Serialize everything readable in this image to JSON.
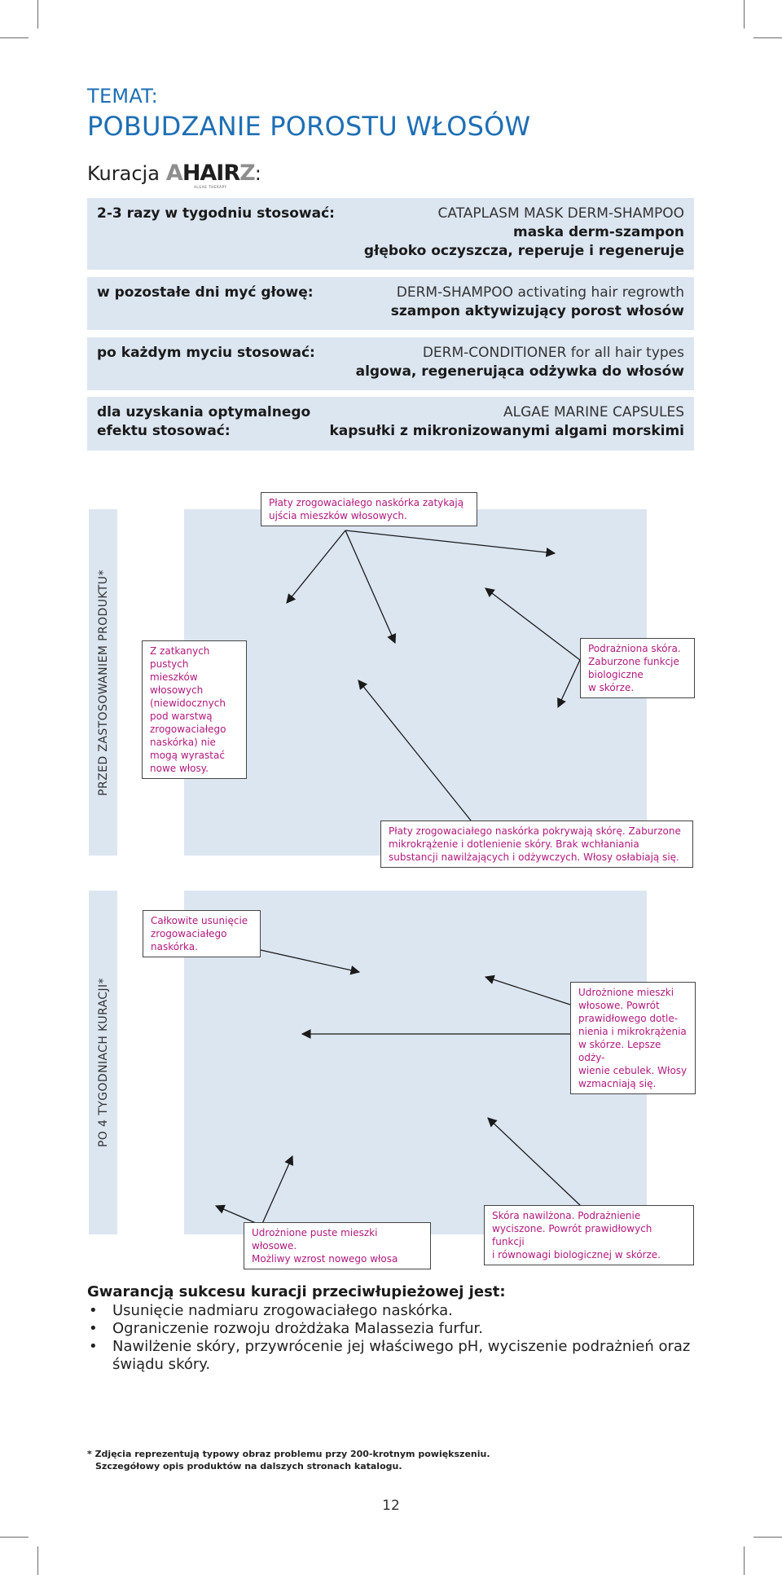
{
  "header": {
    "topic_label": "TEMAT:",
    "title": "POBUDZANIE POROSTU WŁOSÓW"
  },
  "kuracja": {
    "label": "Kuracja",
    "colon": ":",
    "logo_parts": [
      "A",
      "HAIR",
      "Z"
    ],
    "logo_sub": "ALGAE THERAPY"
  },
  "regimen": [
    {
      "label": "2-3 razy w tygodniu stosować:",
      "product": "CATAPLASM MASK DERM-SHAMPOO",
      "desc1": "maska derm-szampon",
      "desc2": "głęboko oczyszcza, reperuje i regeneruje"
    },
    {
      "label": "w pozostałe dni myć głowę:",
      "product": "DERM-SHAMPOO activating hair regrowth",
      "desc1": "szampon aktywizujący porost włosów"
    },
    {
      "label": "po każdym myciu stosować:",
      "product": "DERM-CONDITIONER for all hair types",
      "desc1": "algowa, regenerująca odżywka do włosów"
    },
    {
      "label1": "dla uzyskania optymalnego",
      "label2": "efektu stosować:",
      "product": "ALGAE MARINE CAPSULES",
      "desc1": "kapsułki z mikronizowanymi algami morskimi"
    }
  ],
  "before": {
    "side_label": "PRZED ZASTOSOWANIEM PRODUKTU*",
    "callouts": {
      "top": [
        "Płaty zrogowaciałego naskórka zatykają",
        "ujścia mieszków włosowych."
      ],
      "left": [
        "Z zatkanych",
        "pustych mieszków",
        "włosowych",
        "(niewidocznych",
        "pod warstwą",
        "zrogowaciałego",
        "naskórka) nie",
        "mogą wyrastać",
        "nowe włosy."
      ],
      "right": [
        "Podrażniona skóra.",
        "Zaburzone funkcje",
        "biologiczne",
        "w skórze."
      ],
      "bottom": [
        "Płaty zrogowaciałego naskórka pokrywają skórę. Zaburzone",
        "mikrokrążenie i dotlenienie skóry. Brak wchłaniania",
        "substancji nawilżających i odżywczych. Włosy osłabiają się."
      ]
    }
  },
  "after": {
    "side_label": "PO 4 TYGODNIACH KURACJI*",
    "callouts": {
      "topleft": [
        "Całkowite usunięcie",
        "zrogowaciałego",
        "naskórka."
      ],
      "right": [
        "Udrożnione mieszki",
        "włosowe. Powrót",
        "prawidłowego dotle-",
        "nienia i mikrokrążenia",
        "w skórze. Lepsze odży-",
        "wienie cebulek. Włosy",
        "wzmacniają się."
      ],
      "bottomleft": [
        "Udrożnione puste mieszki włosowe.",
        "Możliwy wzrost nowego włosa"
      ],
      "bottomright": [
        "Skóra nawilżona. Podrażnienie",
        "wyciszone. Powrót prawidłowych funkcji",
        "i równowagi biologicznej w skórze."
      ]
    }
  },
  "guarantee": {
    "title": "Gwarancją sukcesu kuracji przeciwłupieżowej jest:",
    "items": [
      "Usunięcie nadmiaru zrogowaciałego naskórka.",
      "Ograniczenie rozwoju drożdżaka Malassezia furfur.",
      "Nawilżenie skóry, przywrócenie jej właściwego pH, wyciszenie podrażnień oraz świądu skóry."
    ]
  },
  "footnote": {
    "line1": "* Zdjęcia reprezentują typowy obraz problemu przy 200-krotnym powiększeniu.",
    "line2": "Szczegółowy opis produktów na dalszych stronach katalogu."
  },
  "page_number": "12"
}
